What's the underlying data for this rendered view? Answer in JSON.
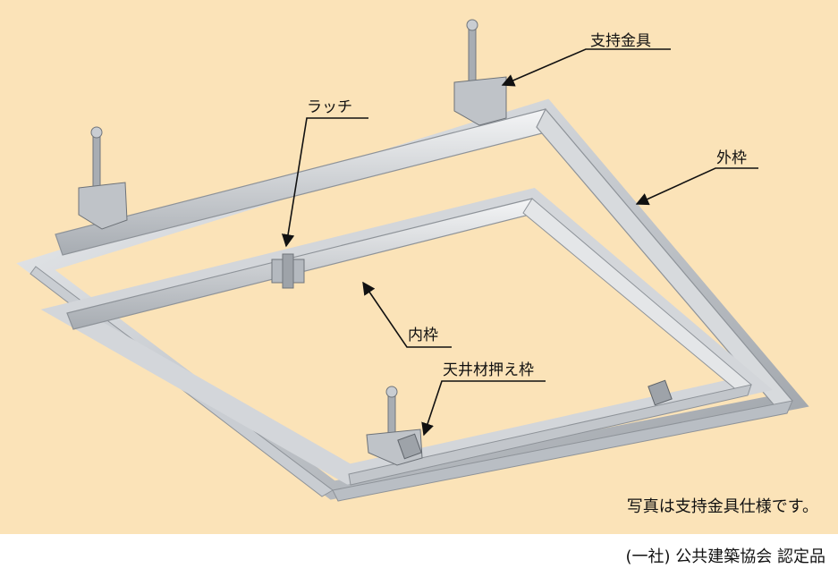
{
  "labels": {
    "support_bracket": "支持金具",
    "latch": "ラッチ",
    "outer_frame": "外枠",
    "inner_frame": "内枠",
    "ceiling_retainer_frame": "天井材押え枠"
  },
  "caption": "写真は支持金具仕様です。",
  "footer": "(一社) 公共建築協会 認定品",
  "colors": {
    "background": "#fbe3b8",
    "frame": "#c9cdd2",
    "frame_dark": "#8e9399",
    "line": "#111111"
  }
}
